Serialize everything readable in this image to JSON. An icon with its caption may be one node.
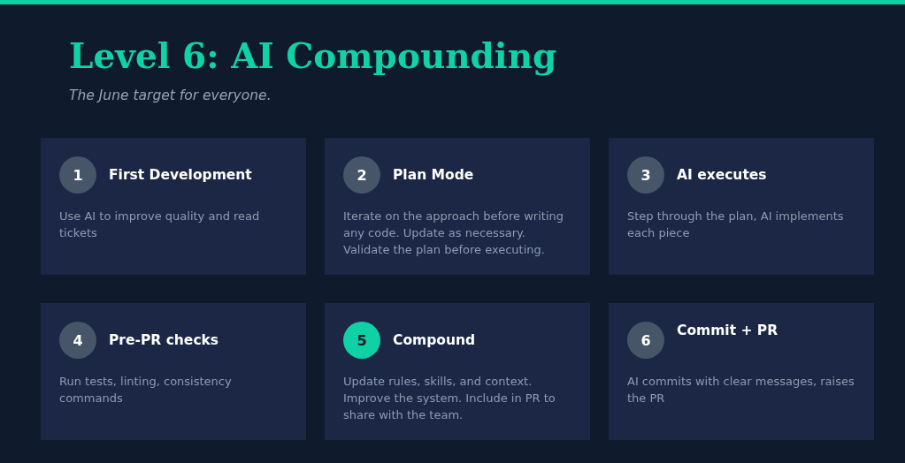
{
  "diagram": {
    "title": "Level 6: AI Compounding",
    "nodes": [
      {
        "text": [
          "First Development",
          "Use AI to improve quality and read tickets"
        ]
      },
      {
        "text": [
          "1"
        ],
        "in": 0
      },
      {
        "text": [
          "Plan Mode",
          "Iterate on the approach before writing any code. Update as necessary. Validate the plan before executing."
        ]
      },
      {
        "text": [
          "2"
        ],
        "in": 2
      },
      {
        "text": [
          "AI executes",
          "Step through the plan, AI implements each piece"
        ]
      },
      {
        "text": [
          "3"
        ],
        "in": 4
      },
      {
        "text": [
          "Pre-PR checks",
          "Run tests, linting, consistency commands"
        ]
      },
      {
        "text": [
          "4"
        ],
        "in": 6
      },
      {
        "text": [
          "Compound",
          "Update rules, skills, and context. Improve the system. Include in PR to share with the team."
        ]
      },
      {
        "text": [
          "5"
        ],
        "in": 8
      },
      {
        "text": [
          "Commit + PR",
          "AI commits with clear messages, raises the PR"
        ]
      },
      {
        "text": [
          "6"
        ],
        "in": 10
      }
    ],
    "labels": [
      "The June target for everyone."
    ]
  }
}
